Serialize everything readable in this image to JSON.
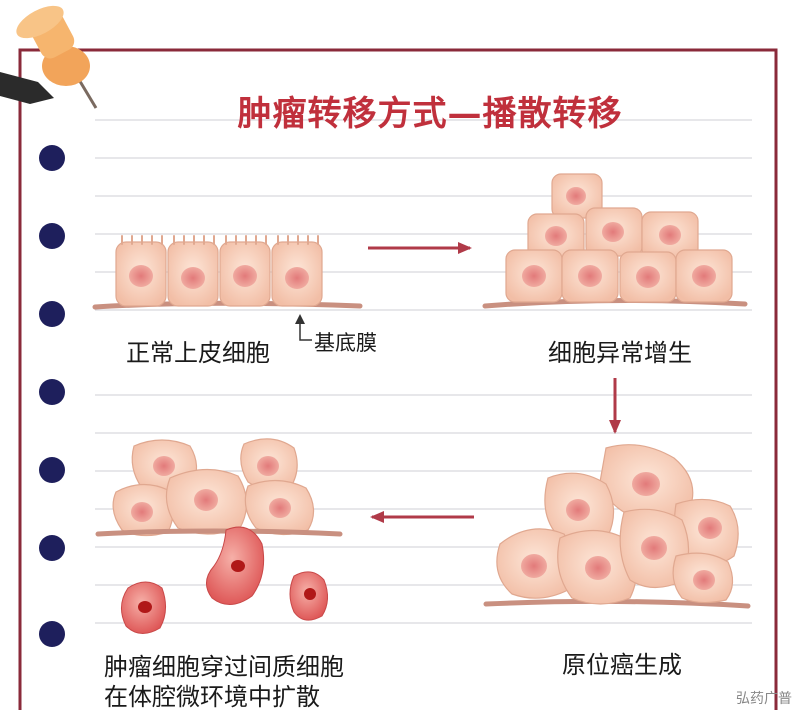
{
  "title": "肿瘤转移方式—播散转移",
  "stages": {
    "normal": "正常上皮细胞",
    "basement_membrane": "基底膜",
    "hyperplasia": "细胞异常增生",
    "in_situ": "原位癌生成",
    "spread_line1": "肿瘤细胞穿过间质细胞",
    "spread_line2": "在体腔微环境中扩散"
  },
  "watermark": "弘药广普",
  "colors": {
    "title": "#c0303c",
    "border": "#8a2a3a",
    "arrow": "#b03a48",
    "cell": "#f6cdb8",
    "nucleus": "#e68888",
    "membrane": "#c99080",
    "tumor_cell": "#e46a6a",
    "tumor_nucleus": "#b01818",
    "binder_dot": "#1e1f5c"
  },
  "icons": [
    "push-pin-icon"
  ]
}
